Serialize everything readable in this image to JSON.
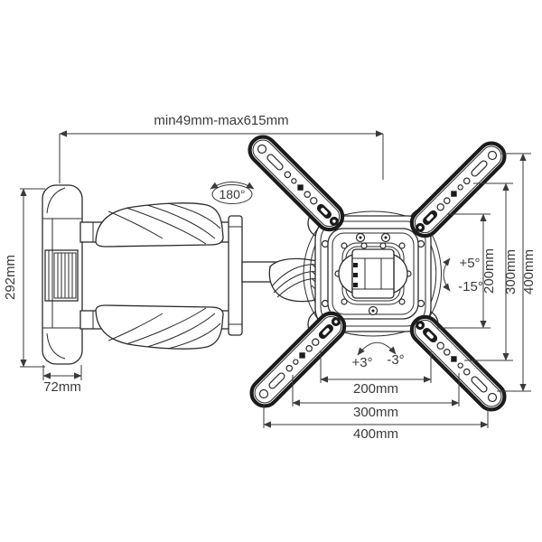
{
  "diagram": {
    "title": "Articulating TV wall-mount bracket technical drawing",
    "background": "#ffffff",
    "line_color": "#2d2d2d",
    "arm_outline_color": "#1b1b1b"
  },
  "labels": {
    "extension_range": "min49mm-max615mm",
    "swivel_range": "180°",
    "wall_plate_height": "292mm",
    "wall_plate_depth": "72mm",
    "tilt_up": "+5°",
    "tilt_down": "-15°",
    "level_left": "+3°",
    "level_right": "-3°",
    "vesa_vertical": [
      "200mm",
      "300mm",
      "400mm"
    ],
    "vesa_horizontal": [
      "200mm",
      "300mm",
      "400mm"
    ]
  }
}
